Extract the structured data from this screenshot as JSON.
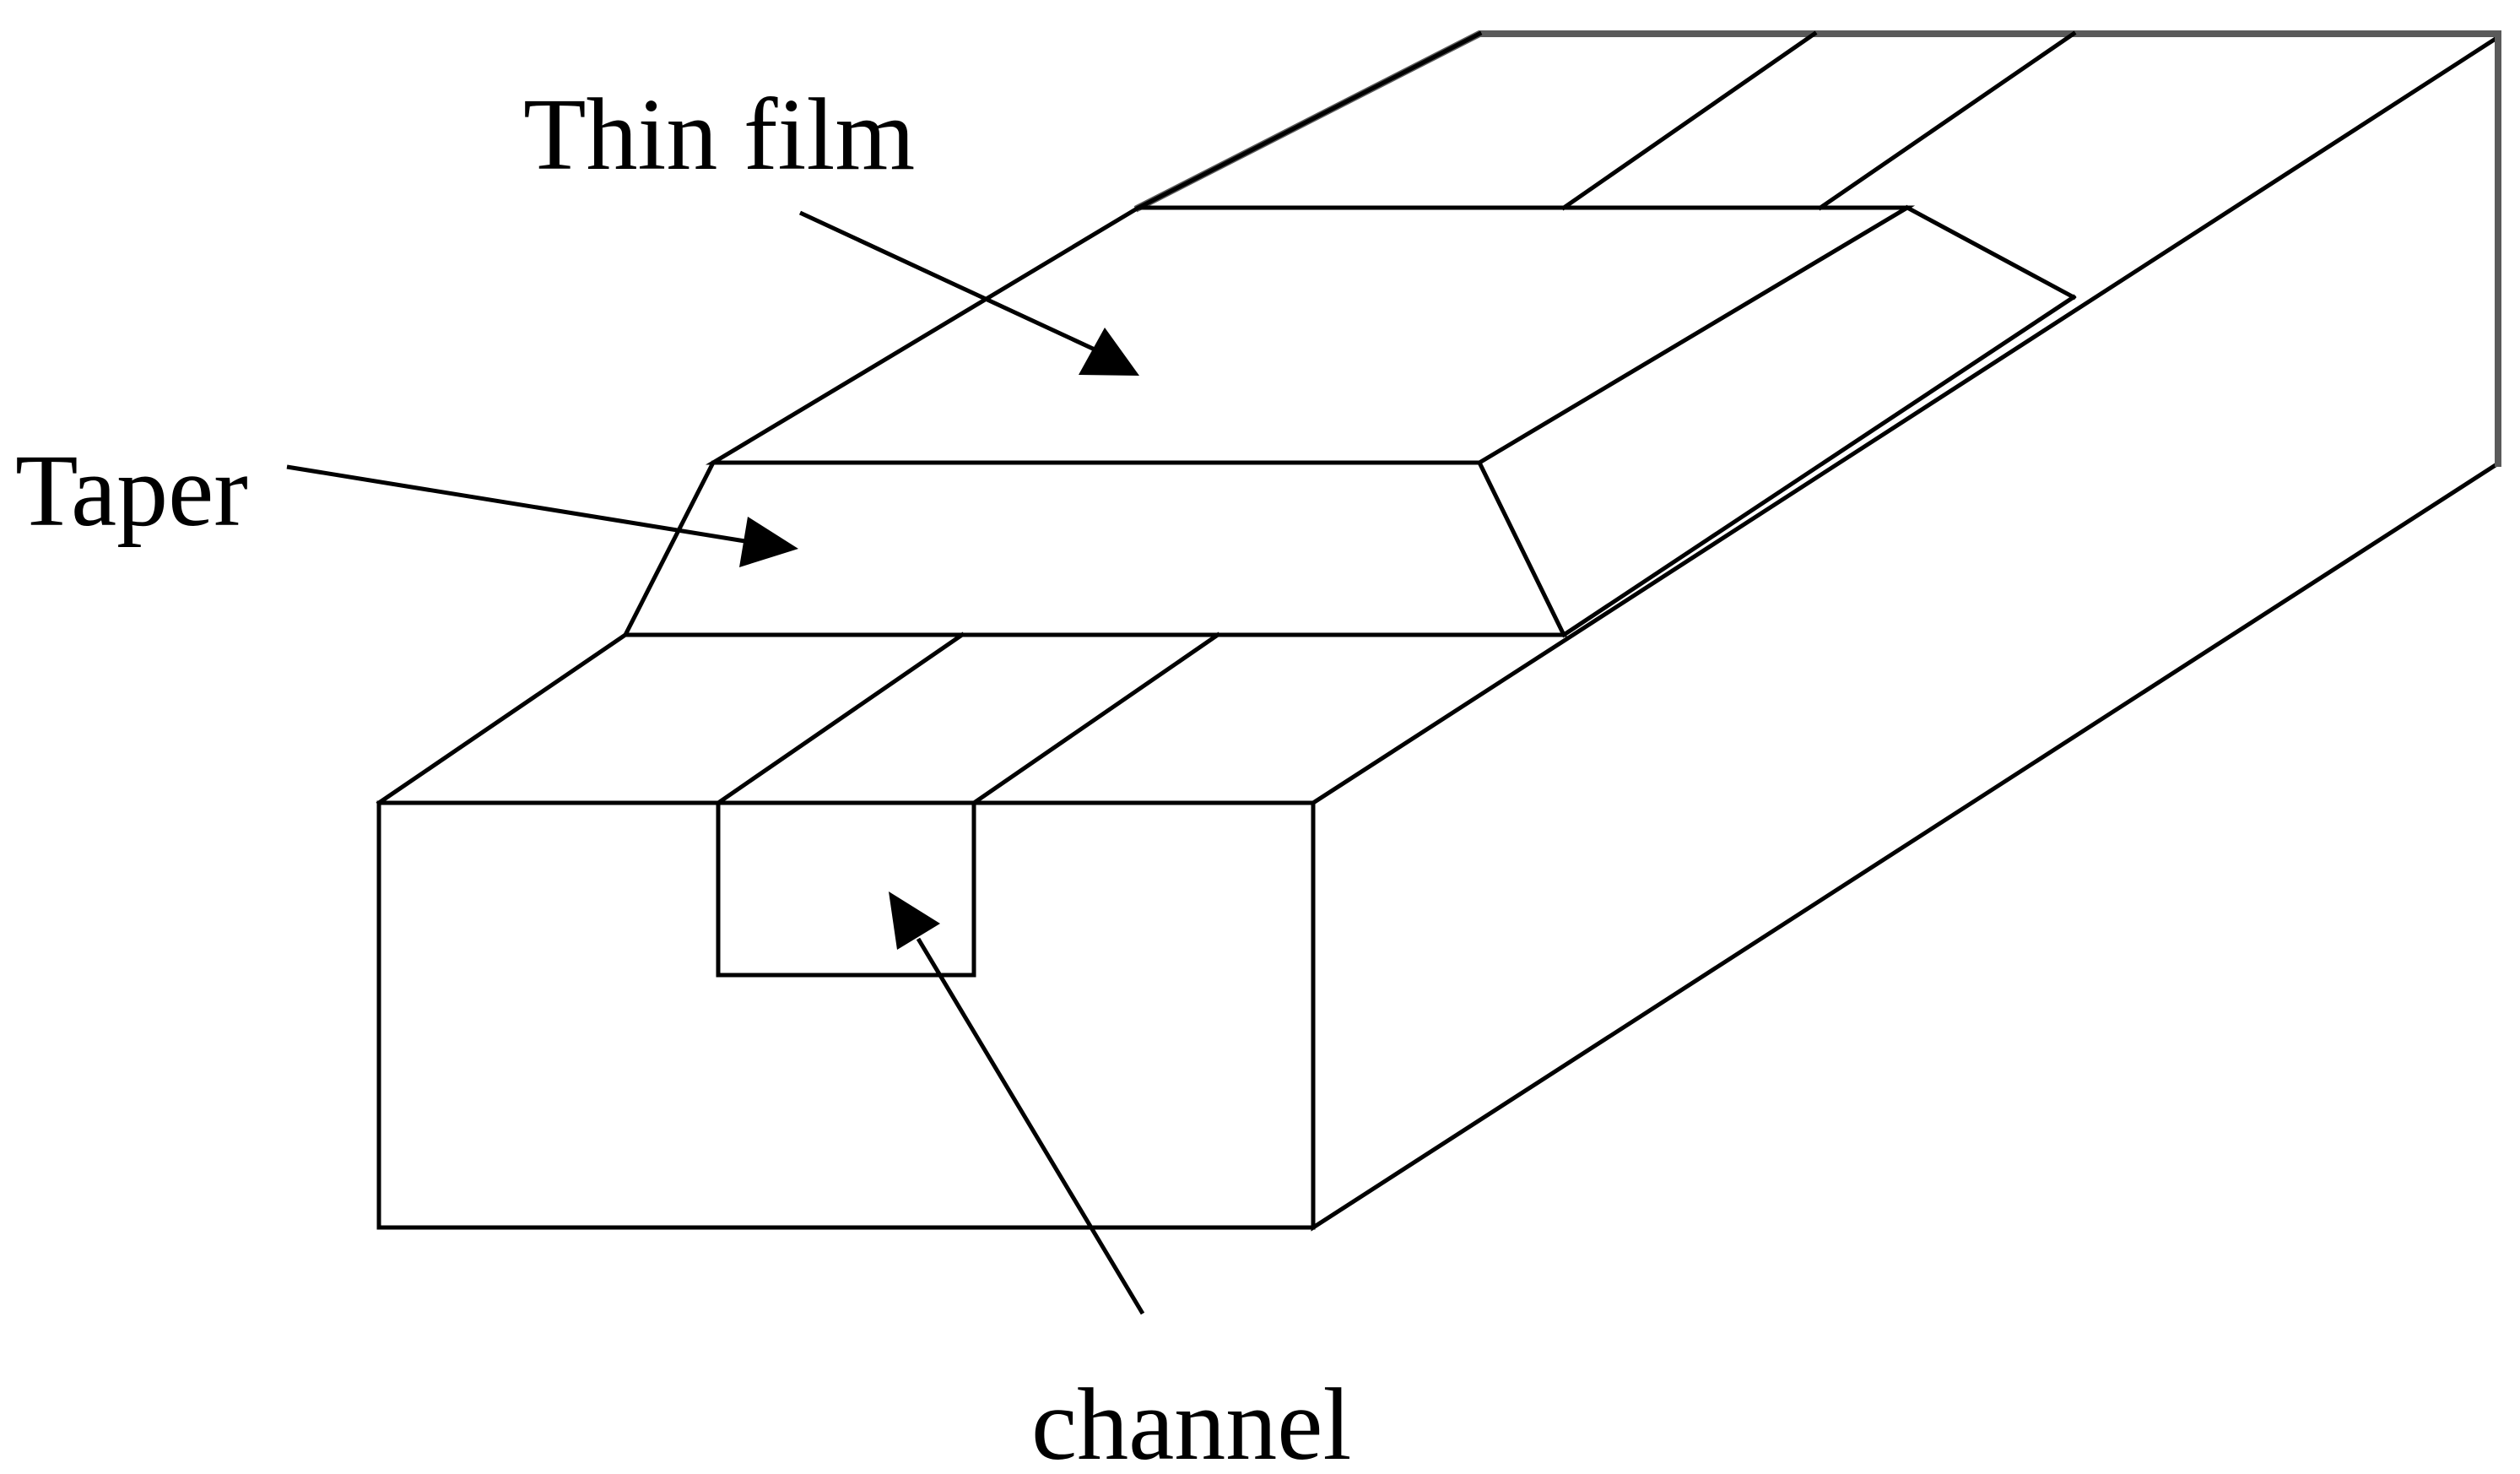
{
  "diagram": {
    "labels": {
      "thin_film": "Thin film",
      "taper": "Taper",
      "channel": "channel"
    },
    "colors": {
      "line": "#000000",
      "back_edge": "#5a5a5a",
      "background": "#ffffff"
    }
  }
}
